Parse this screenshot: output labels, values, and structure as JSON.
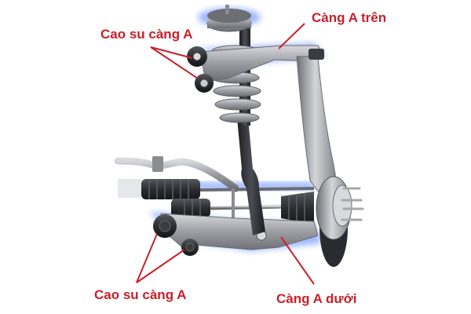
{
  "diagram": {
    "subject": "Front double-wishbone suspension assembly",
    "labels": {
      "upper_bushings": "Cao su càng A",
      "upper_arm": "Càng A trên",
      "lower_bushings": "Cao su càng A",
      "lower_arm": "Càng A dưới"
    },
    "components": [
      "coil-spring",
      "shock-absorber",
      "upper-control-arm",
      "lower-control-arm",
      "upper-arm-bushings",
      "lower-arm-bushings",
      "steering-knuckle",
      "wheel-hub",
      "brake-disc",
      "stabilizer-bar",
      "steering-rack-boot",
      "drive-shaft-boot",
      "stabilizer-link"
    ],
    "colors": {
      "label_text": "#c8202a",
      "leader_line": "#c8202a",
      "metal": "#9a9ca2",
      "rubber": "#2b2d31",
      "glow": "#4a7bff",
      "background": "#ffffff"
    }
  }
}
